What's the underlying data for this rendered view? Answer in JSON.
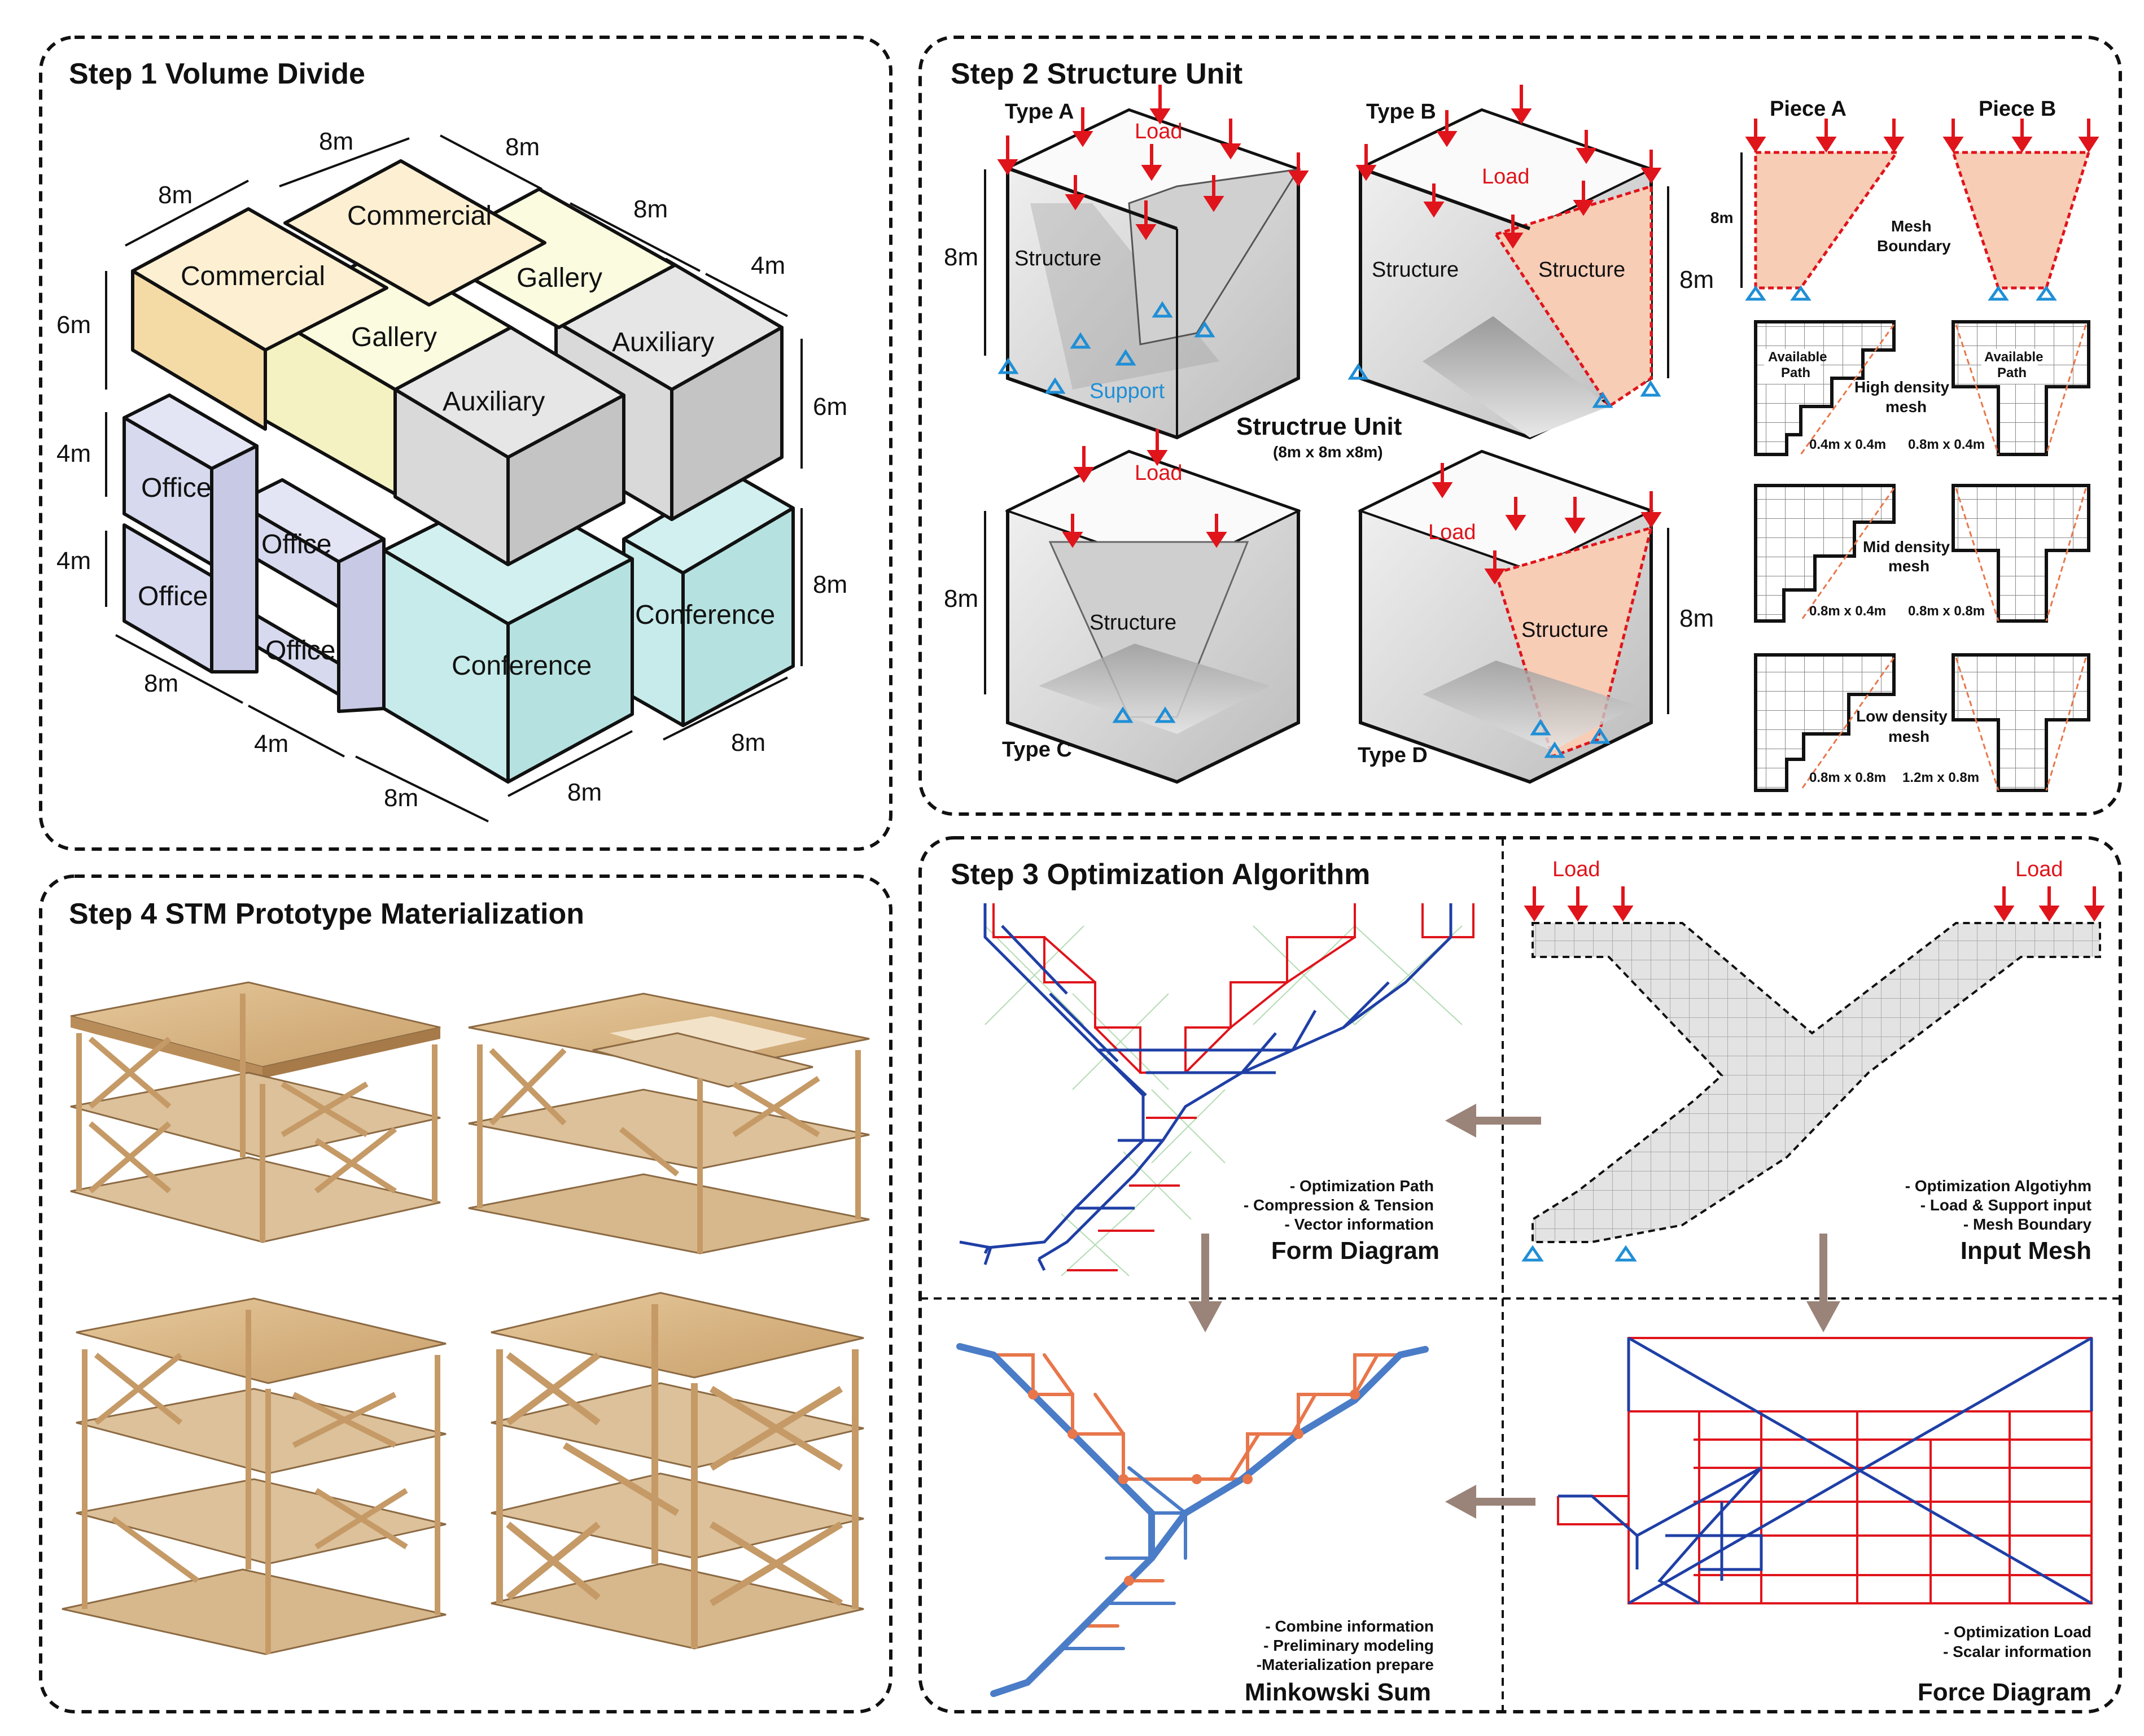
{
  "step1": {
    "title": "Step 1 Volume Divide",
    "rooms": {
      "commercial_back": "Commercial",
      "commercial_front": "Commercial",
      "gallery_back": "Gallery",
      "gallery_front": "Gallery",
      "auxiliary_back": "Auxiliary",
      "auxiliary_front": "Auxiliary",
      "office_1": "Office",
      "office_2": "Office",
      "office_3": "Office",
      "office_4": "Office",
      "conference_back": "Conference",
      "conference_front": "Conference"
    },
    "dims": {
      "top_a": "8m",
      "top_b": "8m",
      "top_c": "8m",
      "right_a": "8m",
      "right_b": "4m",
      "left_6m": "6m",
      "left_4m_a": "4m",
      "left_4m_b": "4m",
      "right_6m": "6m",
      "right_8m": "8m",
      "bottom_8m_a": "8m",
      "bottom_4m": "4m",
      "bottom_8m_b": "8m",
      "bottom_8m_c": "8m",
      "bottom_8m_d": "8m"
    }
  },
  "step2": {
    "title": "Step 2 Structure Unit",
    "type_a": "Type A",
    "type_b": "Type B",
    "type_c": "Type C",
    "type_d": "Type D",
    "load": "Load",
    "structure": "Structure",
    "support": "Support",
    "dim_8m": "8m",
    "unit_title": "Structrue Unit",
    "unit_sub": "(8m x 8m x8m)",
    "piece_a": "Piece A",
    "piece_b": "Piece B",
    "piece_dim": "8m",
    "mesh_boundary_1": "Mesh",
    "mesh_boundary_2": "Boundary",
    "available_1": "Available",
    "available_2": "Path",
    "high_1": "High density",
    "high_2": "mesh",
    "mid_1": "Mid density",
    "mid_2": "mesh",
    "low_1": "Low density",
    "low_2": "mesh",
    "high_a": "0.4m x 0.4m",
    "high_b": "0.8m x 0.4m",
    "mid_a": "0.8m x 0.4m",
    "mid_b": "0.8m x 0.8m",
    "low_a": "0.8m x 0.8m",
    "low_b": "1.2m x 0.8m"
  },
  "step3": {
    "title": "Step 3 Optimization Algorithm",
    "load_left": "Load",
    "load_right": "Load",
    "form_notes": [
      "- Optimization Path",
      "- Compression & Tension",
      "- Vector information"
    ],
    "form_title": "Form Diagram",
    "input_notes": [
      "- Optimization Algotiyhm",
      "- Load & Support input",
      "- Mesh Boundary"
    ],
    "input_title": "Input Mesh",
    "mink_notes": [
      "- Combine information",
      "- Preliminary modeling",
      "-Materialization prepare"
    ],
    "mink_title": "Minkowski Sum",
    "force_notes": [
      "- Optimization Load",
      "- Scalar information"
    ],
    "force_title": "Force Diagram"
  },
  "step4": {
    "title": "Step 4 STM Prototype Materialization"
  },
  "colors": {
    "commercial": "#fbe7bb",
    "gallery": "#f8f7cf",
    "auxiliary": "#d9d9d9",
    "office": "#d7d9ee",
    "conference": "#c6ebea",
    "load": "#e0141b",
    "support": "#1f8fd6",
    "structure_fill": "#f8cdb6",
    "tension": "#e0141b",
    "compression": "#1f3fa6",
    "wood": "#d8b88a"
  }
}
